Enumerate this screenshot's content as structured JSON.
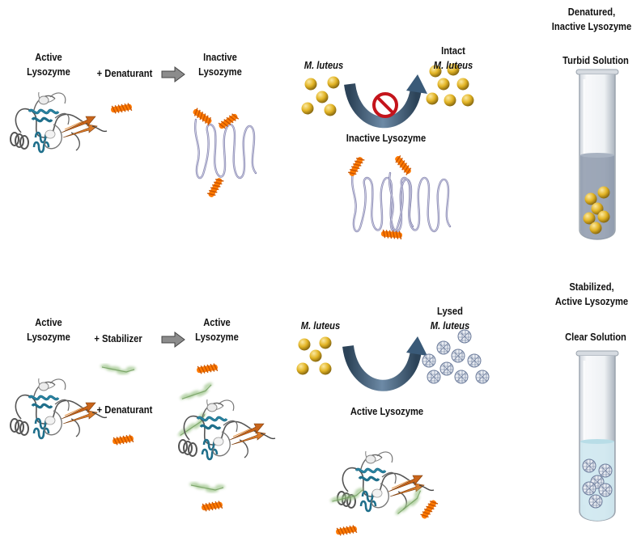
{
  "top": {
    "active_lysozyme": [
      "Active",
      "Lysozyme"
    ],
    "plus_denaturant": "+ Denaturant",
    "inactive_lysozyme": [
      "Inactive",
      "Lysozyme"
    ],
    "bacteria_label": "M. luteus",
    "intact_label": [
      "Intact",
      "M. luteus"
    ],
    "enzyme_label": "Inactive Lysozyme",
    "tube_caption": [
      "Denatured,",
      "Inactive Lysozyme"
    ],
    "tube_solution": "Turbid Solution"
  },
  "bottom": {
    "active_lysozyme": [
      "Active",
      "Lysozyme"
    ],
    "plus_stabilizer": "+ Stabilizer",
    "plus_denaturant": "+ Denaturant",
    "active_result": [
      "Active",
      "Lysozyme"
    ],
    "bacteria_label": "M. luteus",
    "lysed_label": [
      "Lysed",
      "M. luteus"
    ],
    "enzyme_label": "Active Lysozyme",
    "tube_caption": [
      "Stabilized,",
      "Active Lysozyme"
    ],
    "tube_solution": "Clear Solution"
  },
  "colors": {
    "helix_teal": "#1f6f8b",
    "strand_orange": "#c8641a",
    "denaturant_orange": "#ff7a00",
    "stabilizer_green": "#9cc489",
    "bacteria_gold": "#e3b526",
    "lysed_gray": "#6a7a9a",
    "arrow_blue": "#3a5a78",
    "turbid_fill": "#8d99ab",
    "clear_fill": "#cfe8ef"
  },
  "icons": [
    "block-sign-icon",
    "arrow-right-icon",
    "curved-arrow-icon"
  ]
}
